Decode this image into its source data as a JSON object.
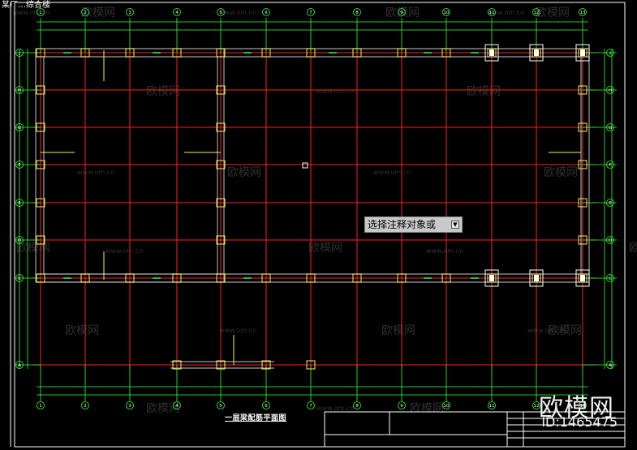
{
  "drawing": {
    "corner_title": "某厂…综合楼",
    "plan_title": "一层梁配筋平面图",
    "axis_rows": [
      "J",
      "H",
      "G",
      "F",
      "E",
      "D",
      "C",
      "A"
    ],
    "axis_cols": [
      "1",
      "2",
      "3",
      "4",
      "5",
      "6",
      "7",
      "8",
      "9",
      "10",
      "11",
      "12",
      "13"
    ],
    "colors": {
      "background": "#000000",
      "beam": "#ff2020",
      "wall": "#a0a0a0",
      "dimension": "#33ff33",
      "column": "#ffee55",
      "frame": "#ffffff"
    }
  },
  "tooltip": {
    "text": "选择注释对象或",
    "dropdown_icon": "chevron-down-icon"
  },
  "watermark": {
    "brand": "欧模网",
    "url": "www.om.cn"
  },
  "brand_corner": {
    "name": "欧模网",
    "id": "ID:1465475"
  }
}
